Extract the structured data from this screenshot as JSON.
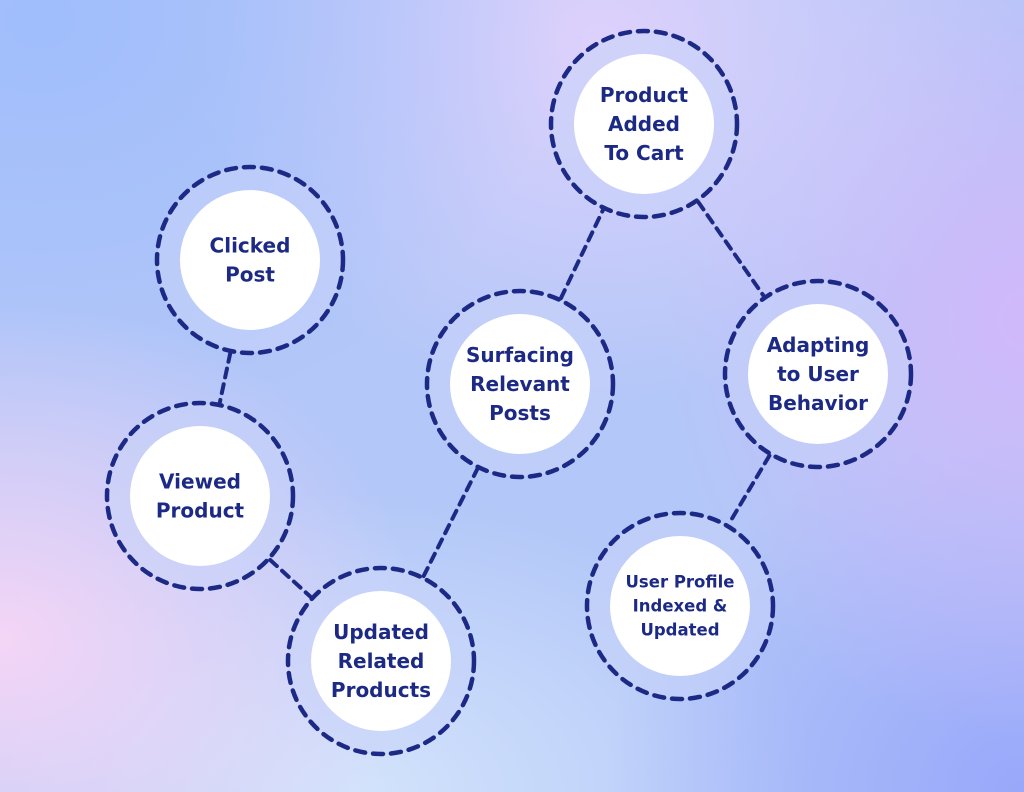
{
  "diagram": {
    "colors": {
      "ink": "#1c2a86",
      "node_fill": "#ffffff"
    },
    "nodes": [
      {
        "id": "clicked-post",
        "lines": [
          "Clicked",
          "Post"
        ]
      },
      {
        "id": "viewed-product",
        "lines": [
          "Viewed",
          "Product"
        ]
      },
      {
        "id": "updated-related-products",
        "lines": [
          "Updated",
          "Related",
          "Products"
        ]
      },
      {
        "id": "surfacing-relevant-posts",
        "lines": [
          "Surfacing",
          "Relevant",
          "Posts"
        ]
      },
      {
        "id": "product-added-to-cart",
        "lines": [
          "Product",
          "Added",
          "To Cart"
        ]
      },
      {
        "id": "adapting-to-user-behavior",
        "lines": [
          "Adapting",
          "to User",
          "Behavior"
        ]
      },
      {
        "id": "user-profile-indexed-updated",
        "lines": [
          "User Profile",
          "Indexed &",
          "Updated"
        ]
      }
    ],
    "edges": [
      {
        "from": "clicked-post",
        "to": "viewed-product"
      },
      {
        "from": "viewed-product",
        "to": "updated-related-products"
      },
      {
        "from": "updated-related-products",
        "to": "surfacing-relevant-posts"
      },
      {
        "from": "surfacing-relevant-posts",
        "to": "product-added-to-cart"
      },
      {
        "from": "product-added-to-cart",
        "to": "adapting-to-user-behavior"
      },
      {
        "from": "adapting-to-user-behavior",
        "to": "user-profile-indexed-updated"
      }
    ]
  }
}
